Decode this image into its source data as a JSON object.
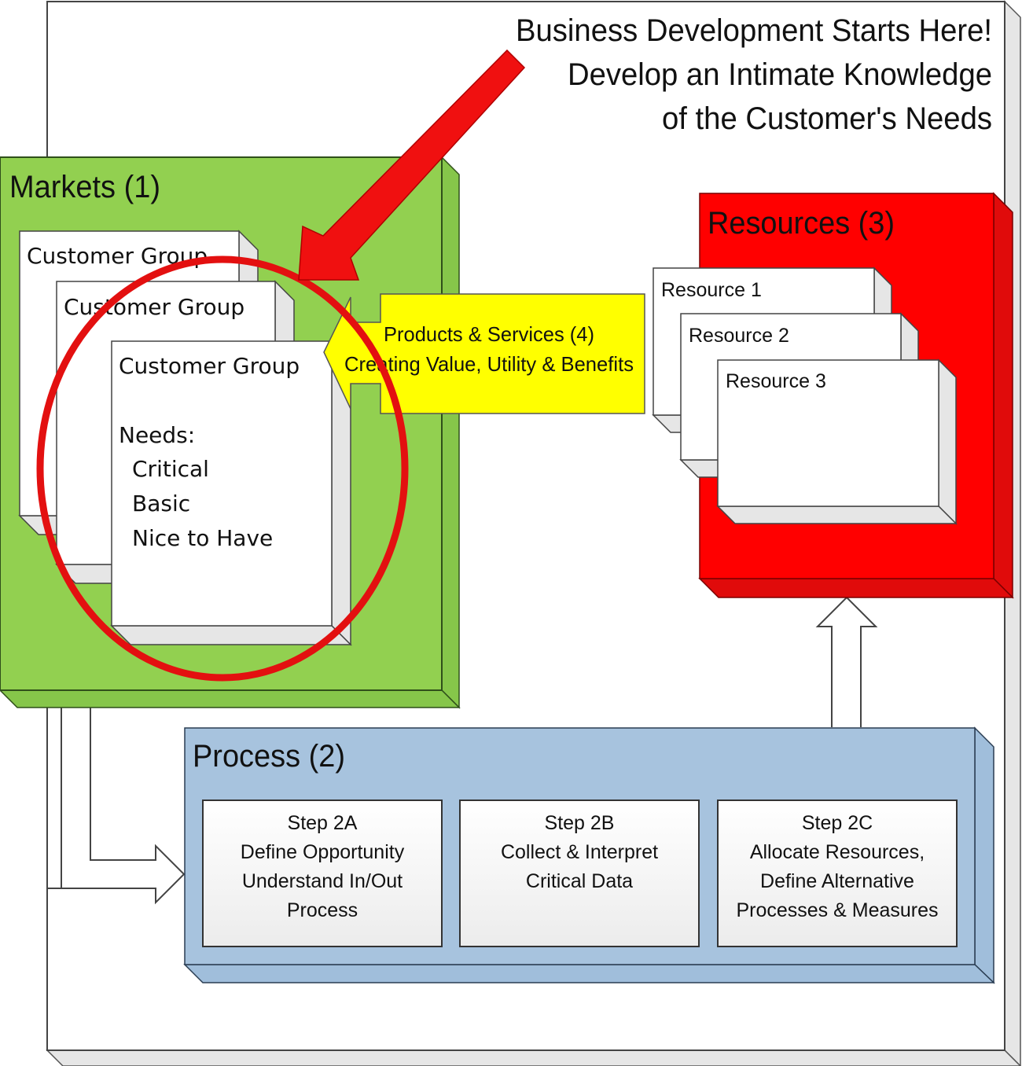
{
  "headline": {
    "lines": [
      "Business Development Starts Here!",
      "Develop an Intimate Knowledge",
      "of the Customer's Needs"
    ]
  },
  "markets": {
    "title": "Markets (1)",
    "color": "#92d050",
    "groups": [
      {
        "label": "Customer Group"
      },
      {
        "label": "Customer Group"
      },
      {
        "label": "Customer Group",
        "needs_title": "Needs:",
        "needs": [
          "Critical",
          "Basic",
          "Nice to Have"
        ]
      }
    ]
  },
  "products": {
    "line1": "Products & Services (4)",
    "line2": "Creating Value, Utility & Benefits",
    "color": "#ffff00"
  },
  "resources": {
    "title": "Resources (3)",
    "color": "#ff0000",
    "items": [
      {
        "label": "Resource 1"
      },
      {
        "label": "Resource 2"
      },
      {
        "label": "Resource 3"
      }
    ]
  },
  "process": {
    "title": "Process (2)",
    "color": "#a7c3de",
    "steps": [
      {
        "lines": [
          "Step 2A",
          "Define Opportunity",
          "Understand In/Out",
          "Process"
        ]
      },
      {
        "lines": [
          "Step 2B",
          "Collect & Interpret",
          "Critical Data"
        ]
      },
      {
        "lines": [
          "Step 2C",
          "Allocate Resources,",
          "Define Alternative",
          "Processes & Measures"
        ]
      }
    ]
  },
  "highlight": {
    "color": "#e31010"
  }
}
